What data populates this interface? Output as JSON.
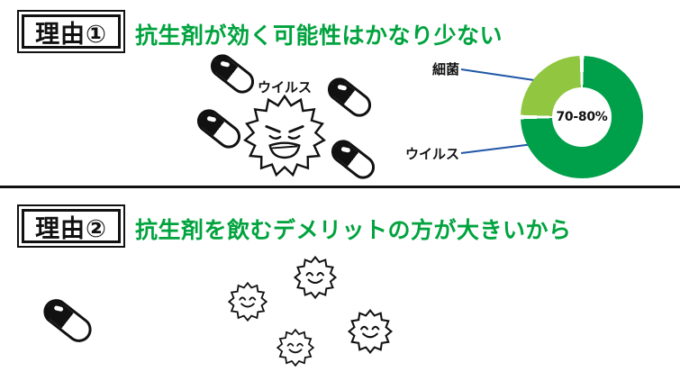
{
  "colors": {
    "heading_green": "#00a33e",
    "donut_virus": "#00a04a",
    "donut_bacteria": "#90c640",
    "leader_line": "#2057a7",
    "ink": "#111111"
  },
  "section1": {
    "badge_label": "理由①",
    "heading": "抗生剤が効く可能性はかなり少ない",
    "illustration_label": "ウイルス",
    "chart_labels": {
      "bacteria": "細菌",
      "virus": "ウイルス"
    }
  },
  "section2": {
    "badge_label": "理由②",
    "heading": "抗生剤を飲むデメリットの方が大きいから"
  },
  "chart_data": {
    "type": "pie",
    "donut": true,
    "title": "",
    "segments": [
      {
        "label": "ウイルス",
        "value": 75,
        "color": "#00a04a"
      },
      {
        "label": "細菌",
        "value": 25,
        "color": "#90c640"
      }
    ],
    "center_label": "70-80%",
    "legend_position": "left-leader-lines",
    "start_angle_deg": 0,
    "direction": "clockwise"
  }
}
